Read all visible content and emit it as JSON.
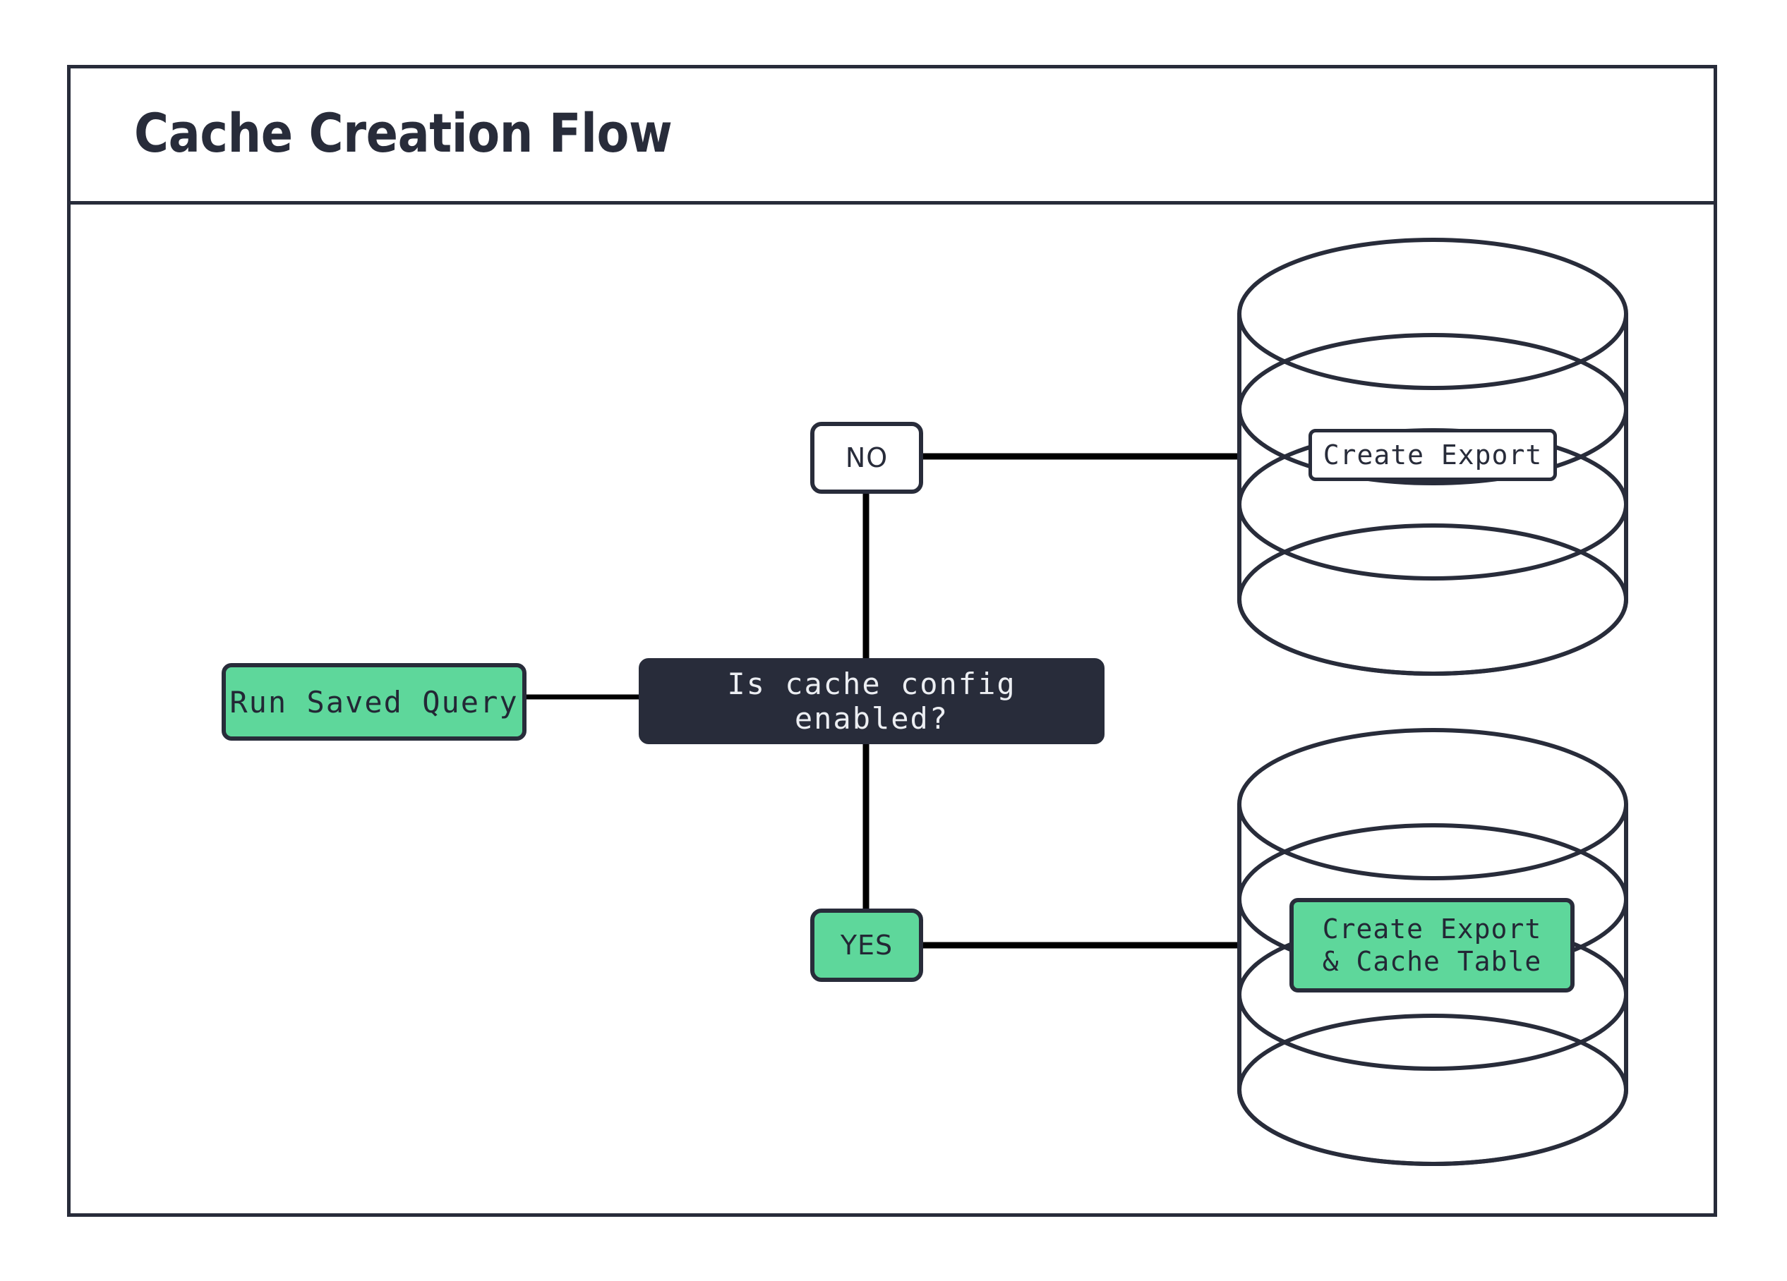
{
  "diagram": {
    "title": "Cache Creation Flow",
    "type": "flowchart",
    "colors": {
      "stroke": "#282c3a",
      "accent_green": "#5ed79b",
      "dark_fill": "#282c3a",
      "light_text": "#eceef2",
      "dark_text": "#232735",
      "background": "#ffffff",
      "connector": "#000000"
    },
    "nodes": [
      {
        "id": "run-saved-query",
        "label": "Run Saved Query",
        "shape": "rounded-rect",
        "fill": "#5ed79b"
      },
      {
        "id": "decision",
        "label": "Is cache config enabled?",
        "shape": "rounded-rect",
        "fill": "#282c3a"
      },
      {
        "id": "no",
        "label": "NO",
        "shape": "rounded-rect",
        "fill": "#ffffff"
      },
      {
        "id": "yes",
        "label": "YES",
        "shape": "rounded-rect",
        "fill": "#5ed79b"
      },
      {
        "id": "create-export",
        "label": "Create Export",
        "shape": "database-cylinder",
        "fill": "#ffffff"
      },
      {
        "id": "create-export-cache-table",
        "label_line1": "Create Export",
        "label_line2": "& Cache Table",
        "shape": "database-cylinder",
        "fill": "#5ed79b"
      }
    ],
    "edges": [
      {
        "from": "run-saved-query",
        "to": "decision",
        "label": ""
      },
      {
        "from": "decision",
        "to": "no",
        "label": ""
      },
      {
        "from": "no",
        "to": "create-export",
        "label": ""
      },
      {
        "from": "decision",
        "to": "yes",
        "label": ""
      },
      {
        "from": "yes",
        "to": "create-export-cache-table",
        "label": ""
      }
    ]
  }
}
